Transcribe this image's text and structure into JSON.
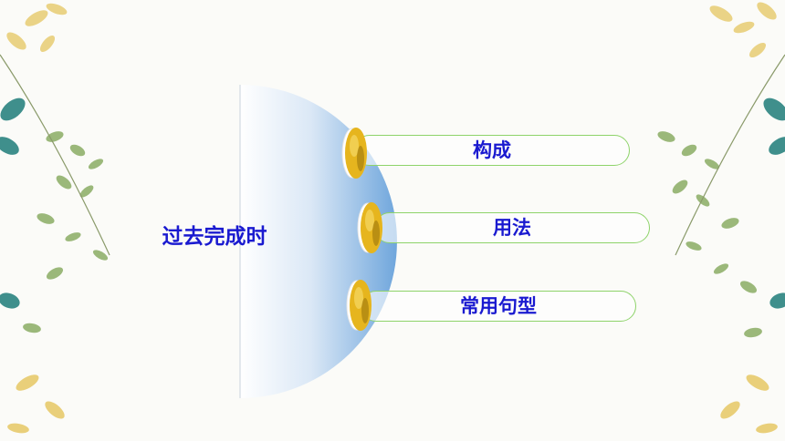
{
  "slide": {
    "title": "过去完成时",
    "items": [
      {
        "label": "构成"
      },
      {
        "label": "用法"
      },
      {
        "label": "常用句型"
      }
    ]
  },
  "colors": {
    "text": "#1a1ad0",
    "pill_border": "#8ed36a",
    "bead": "#e6b51e",
    "disc_gradient": [
      "#ffffff",
      "#6fa6dc"
    ]
  },
  "decor_icons": [
    "leaf-branch-icon",
    "bead-icon"
  ]
}
